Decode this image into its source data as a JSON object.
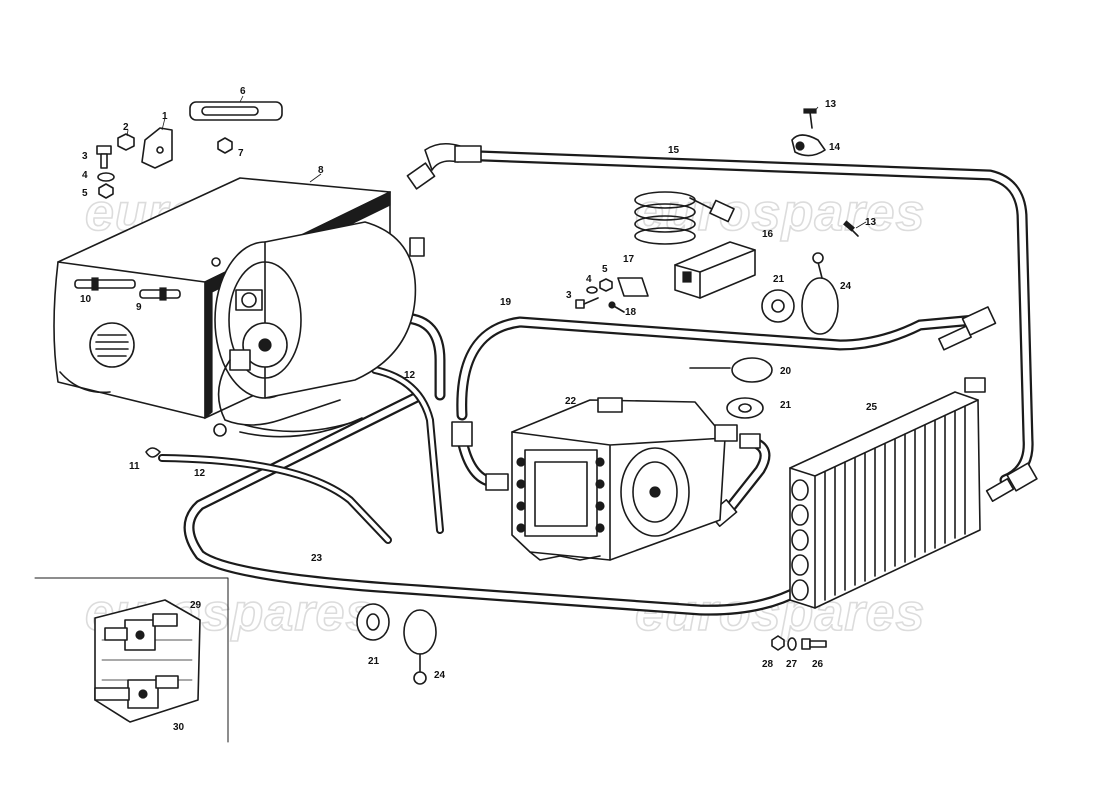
{
  "watermark": {
    "text": "eurospares",
    "color": "#dcdcdc"
  },
  "callouts": {
    "c1": "1",
    "c2": "2",
    "c3a": "3",
    "c4a": "4",
    "c5a": "5",
    "c6": "6",
    "c7": "7",
    "c8": "8",
    "c9": "9",
    "c10": "10",
    "c11": "11",
    "c12a": "12",
    "c12b": "12",
    "c13a": "13",
    "c13b": "13",
    "c14": "14",
    "c15": "15",
    "c16": "16",
    "c17": "17",
    "c3b": "3",
    "c4b": "4",
    "c5b": "5",
    "c18": "18",
    "c19": "19",
    "c20": "20",
    "c21a": "21",
    "c21b": "21",
    "c21c": "21",
    "c22": "22",
    "c23": "23",
    "c24a": "24",
    "c24b": "24",
    "c25": "25",
    "c26": "26",
    "c27": "27",
    "c28": "28",
    "c29": "29",
    "c30": "30"
  },
  "colors": {
    "line": "#1b1b1b",
    "background": "#ffffff"
  }
}
